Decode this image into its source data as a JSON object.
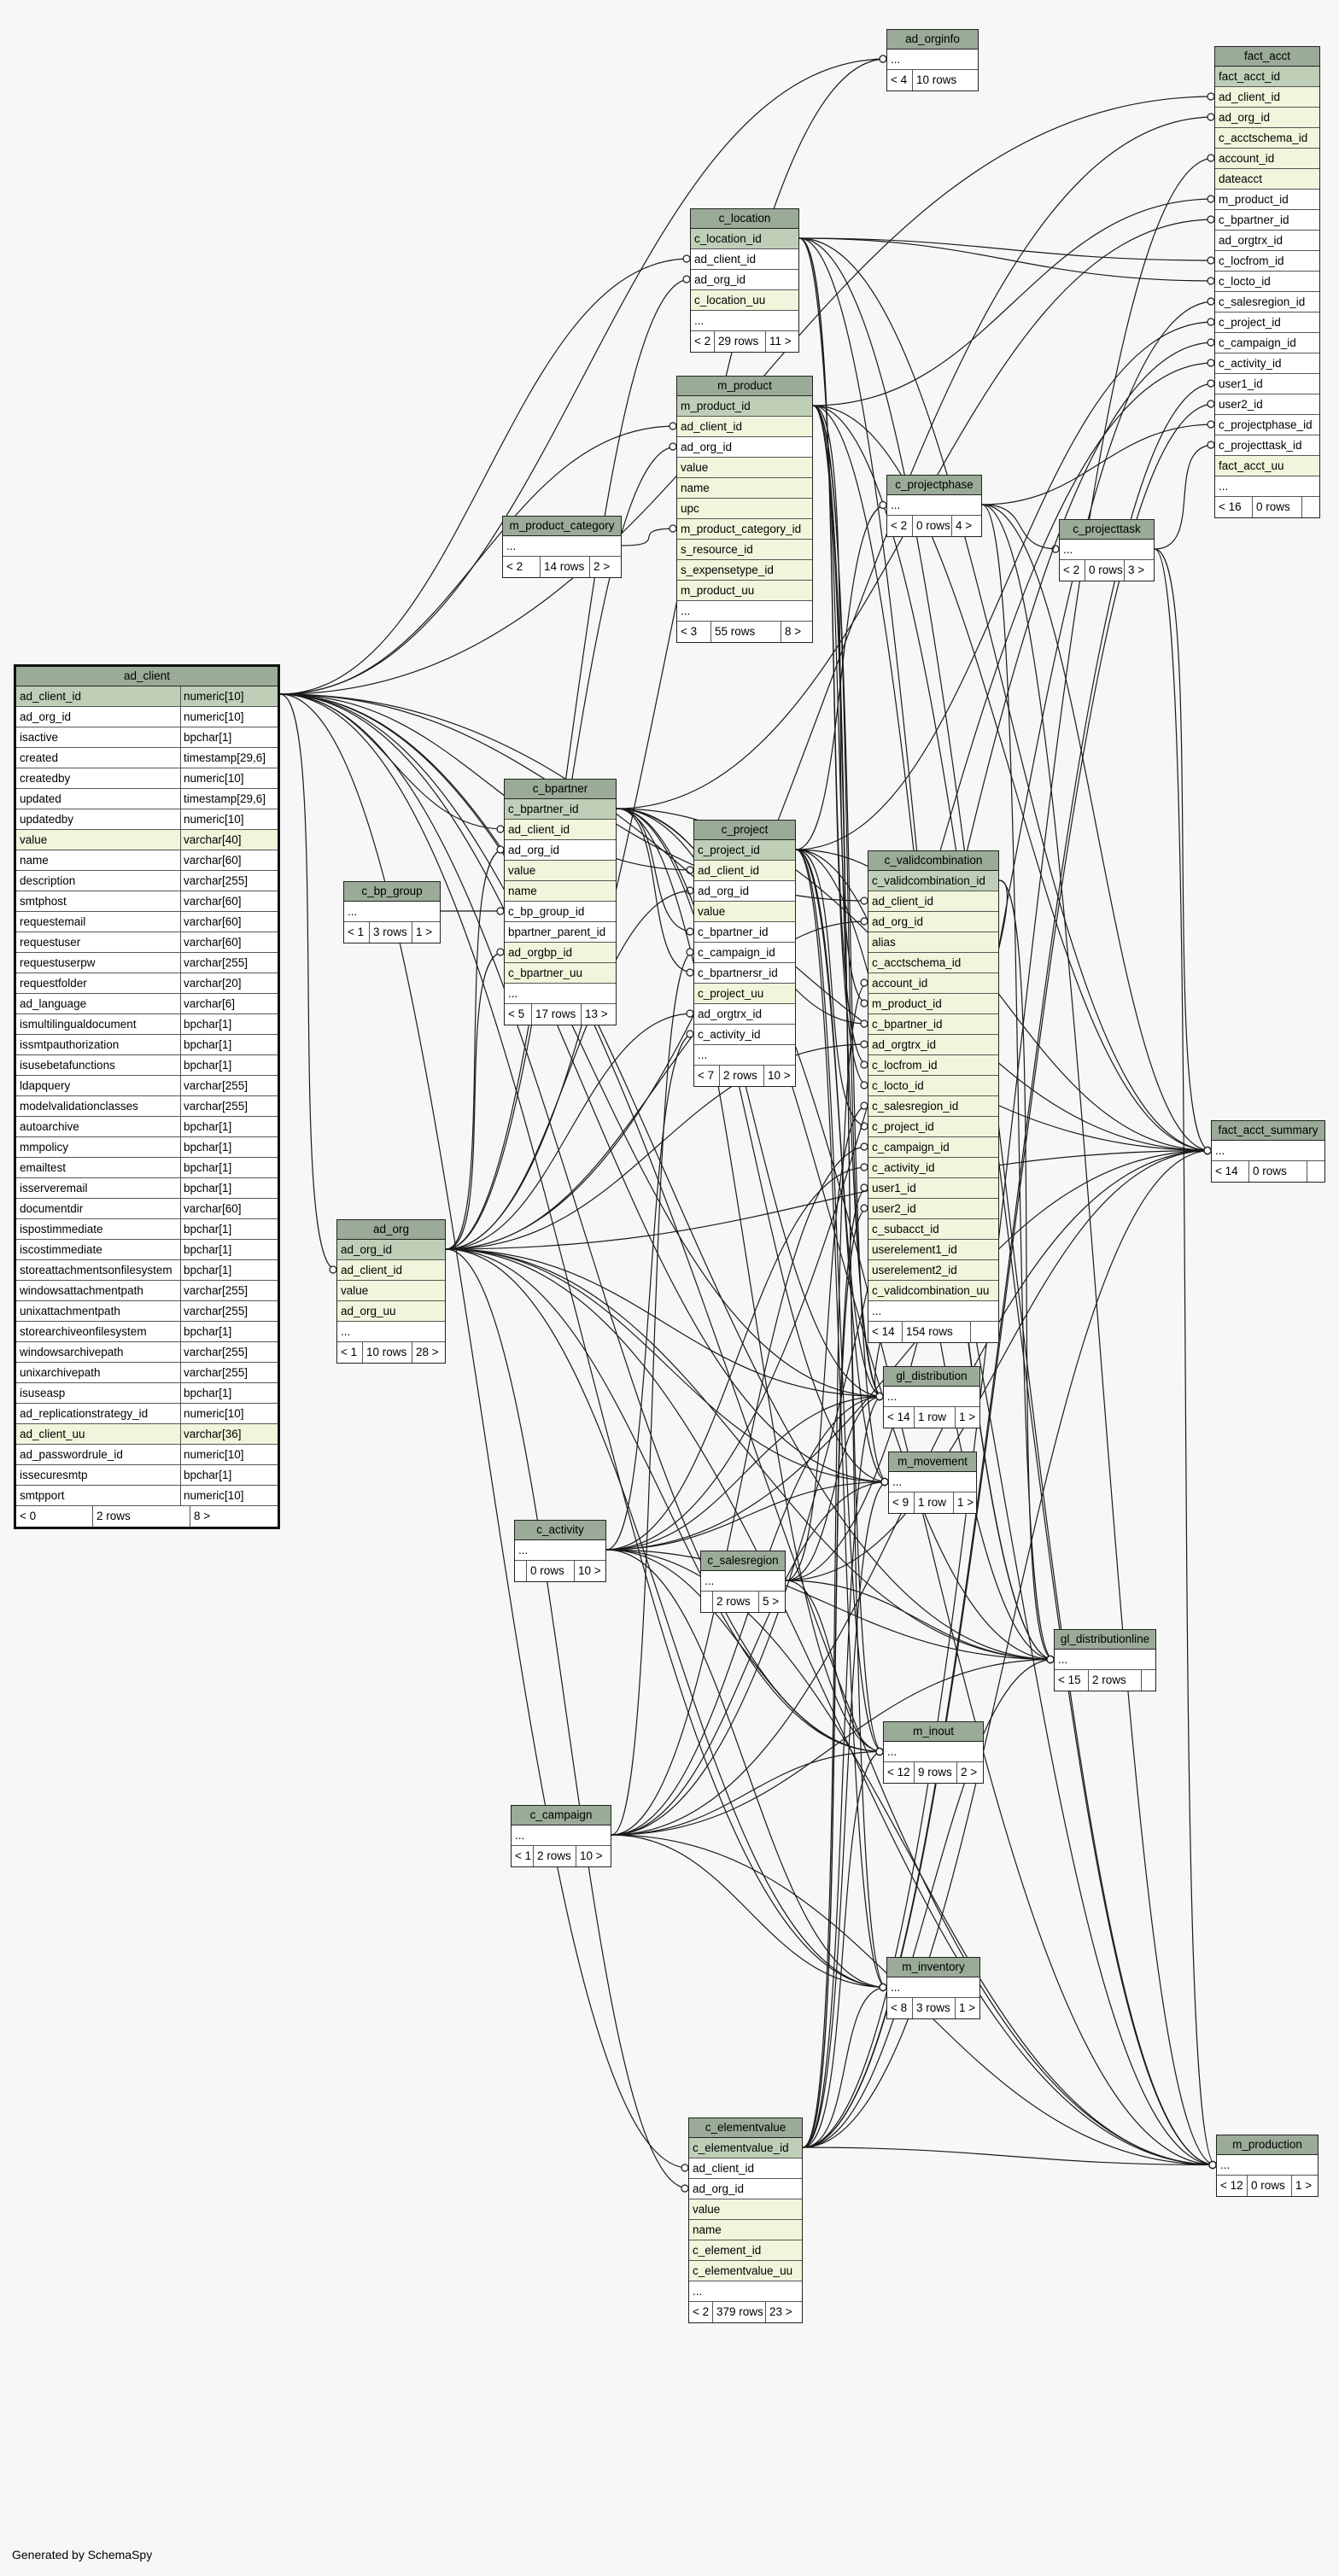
{
  "footer": "Generated by SchemaSpy",
  "tables": {
    "ad_client": {
      "name": "ad_client",
      "columns": [
        [
          "ad_client_id",
          "numeric[10]",
          "pk"
        ],
        [
          "ad_org_id",
          "numeric[10]",
          ""
        ],
        [
          "isactive",
          "bpchar[1]",
          ""
        ],
        [
          "created",
          "timestamp[29,6]",
          ""
        ],
        [
          "createdby",
          "numeric[10]",
          ""
        ],
        [
          "updated",
          "timestamp[29,6]",
          ""
        ],
        [
          "updatedby",
          "numeric[10]",
          ""
        ],
        [
          "value",
          "varchar[40]",
          "idx"
        ],
        [
          "name",
          "varchar[60]",
          ""
        ],
        [
          "description",
          "varchar[255]",
          ""
        ],
        [
          "smtphost",
          "varchar[60]",
          ""
        ],
        [
          "requestemail",
          "varchar[60]",
          ""
        ],
        [
          "requestuser",
          "varchar[60]",
          ""
        ],
        [
          "requestuserpw",
          "varchar[255]",
          ""
        ],
        [
          "requestfolder",
          "varchar[20]",
          ""
        ],
        [
          "ad_language",
          "varchar[6]",
          ""
        ],
        [
          "ismultilingualdocument",
          "bpchar[1]",
          ""
        ],
        [
          "issmtpauthorization",
          "bpchar[1]",
          ""
        ],
        [
          "isusebetafunctions",
          "bpchar[1]",
          ""
        ],
        [
          "ldapquery",
          "varchar[255]",
          ""
        ],
        [
          "modelvalidationclasses",
          "varchar[255]",
          ""
        ],
        [
          "autoarchive",
          "bpchar[1]",
          ""
        ],
        [
          "mmpolicy",
          "bpchar[1]",
          ""
        ],
        [
          "emailtest",
          "bpchar[1]",
          ""
        ],
        [
          "isserveremail",
          "bpchar[1]",
          ""
        ],
        [
          "documentdir",
          "varchar[60]",
          ""
        ],
        [
          "ispostimmediate",
          "bpchar[1]",
          ""
        ],
        [
          "iscostimmediate",
          "bpchar[1]",
          ""
        ],
        [
          "storeattachmentsonfilesystem",
          "bpchar[1]",
          ""
        ],
        [
          "windowsattachmentpath",
          "varchar[255]",
          ""
        ],
        [
          "unixattachmentpath",
          "varchar[255]",
          ""
        ],
        [
          "storearchiveonfilesystem",
          "bpchar[1]",
          ""
        ],
        [
          "windowsarchivepath",
          "varchar[255]",
          ""
        ],
        [
          "unixarchivepath",
          "varchar[255]",
          ""
        ],
        [
          "isuseasp",
          "bpchar[1]",
          ""
        ],
        [
          "ad_replicationstrategy_id",
          "numeric[10]",
          ""
        ],
        [
          "ad_client_uu",
          "varchar[36]",
          "idx"
        ],
        [
          "ad_passwordrule_id",
          "numeric[10]",
          ""
        ],
        [
          "issecuresmtp",
          "bpchar[1]",
          ""
        ],
        [
          "smtpport",
          "numeric[10]",
          ""
        ]
      ],
      "footer": [
        "< 0",
        "2 rows",
        "8 >"
      ]
    },
    "ad_orginfo": {
      "name": "ad_orginfo",
      "columns": [
        [
          "...",
          "",
          "pl"
        ]
      ],
      "footer": [
        "< 4",
        "10 rows"
      ]
    },
    "fact_acct": {
      "name": "fact_acct",
      "columns": [
        [
          "fact_acct_id",
          "",
          "pk"
        ],
        [
          "ad_client_id",
          "",
          "idx"
        ],
        [
          "ad_org_id",
          "",
          "idx"
        ],
        [
          "c_acctschema_id",
          "",
          "idx"
        ],
        [
          "account_id",
          "",
          "idx"
        ],
        [
          "dateacct",
          "",
          "idx"
        ],
        [
          "m_product_id",
          "",
          ""
        ],
        [
          "c_bpartner_id",
          "",
          ""
        ],
        [
          "ad_orgtrx_id",
          "",
          ""
        ],
        [
          "c_locfrom_id",
          "",
          ""
        ],
        [
          "c_locto_id",
          "",
          ""
        ],
        [
          "c_salesregion_id",
          "",
          ""
        ],
        [
          "c_project_id",
          "",
          ""
        ],
        [
          "c_campaign_id",
          "",
          ""
        ],
        [
          "c_activity_id",
          "",
          ""
        ],
        [
          "user1_id",
          "",
          ""
        ],
        [
          "user2_id",
          "",
          ""
        ],
        [
          "c_projectphase_id",
          "",
          ""
        ],
        [
          "c_projecttask_id",
          "",
          ""
        ],
        [
          "fact_acct_uu",
          "",
          "idx"
        ],
        [
          "...",
          "",
          ""
        ]
      ],
      "footer": [
        "< 16",
        "0 rows",
        ""
      ]
    },
    "c_location": {
      "name": "c_location",
      "columns": [
        [
          "c_location_id",
          "",
          "pk"
        ],
        [
          "ad_client_id",
          "",
          ""
        ],
        [
          "ad_org_id",
          "",
          ""
        ],
        [
          "c_location_uu",
          "",
          "idx"
        ],
        [
          "...",
          "",
          ""
        ]
      ],
      "footer": [
        "< 2",
        "29 rows",
        "11 >"
      ]
    },
    "m_product": {
      "name": "m_product",
      "columns": [
        [
          "m_product_id",
          "",
          "pk"
        ],
        [
          "ad_client_id",
          "",
          "idx"
        ],
        [
          "ad_org_id",
          "",
          ""
        ],
        [
          "value",
          "",
          "idx"
        ],
        [
          "name",
          "",
          "idx"
        ],
        [
          "upc",
          "",
          "idx"
        ],
        [
          "m_product_category_id",
          "",
          "idx"
        ],
        [
          "s_resource_id",
          "",
          "idx"
        ],
        [
          "s_expensetype_id",
          "",
          "idx"
        ],
        [
          "m_product_uu",
          "",
          "idx"
        ],
        [
          "...",
          "",
          ""
        ]
      ],
      "footer": [
        "< 3",
        "55 rows",
        "8 >"
      ]
    },
    "m_product_category": {
      "name": "m_product_category",
      "columns": [
        [
          "...",
          "",
          ""
        ]
      ],
      "footer": [
        "< 2",
        "14 rows",
        "2 >"
      ]
    },
    "c_projectphase": {
      "name": "c_projectphase",
      "columns": [
        [
          "...",
          "",
          ""
        ]
      ],
      "footer": [
        "< 2",
        "0 rows",
        "4 >"
      ]
    },
    "c_projecttask": {
      "name": "c_projecttask",
      "columns": [
        [
          "...",
          "",
          ""
        ]
      ],
      "footer": [
        "< 2",
        "0 rows",
        "3 >"
      ]
    },
    "c_bpartner": {
      "name": "c_bpartner",
      "columns": [
        [
          "c_bpartner_id",
          "",
          "pk"
        ],
        [
          "ad_client_id",
          "",
          "idx"
        ],
        [
          "ad_org_id",
          "",
          ""
        ],
        [
          "value",
          "",
          "idx"
        ],
        [
          "name",
          "",
          "idx"
        ],
        [
          "c_bp_group_id",
          "",
          ""
        ],
        [
          "bpartner_parent_id",
          "",
          ""
        ],
        [
          "ad_orgbp_id",
          "",
          "idx"
        ],
        [
          "c_bpartner_uu",
          "",
          "idx"
        ],
        [
          "...",
          "",
          ""
        ]
      ],
      "footer": [
        "< 5",
        "17 rows",
        "13 >"
      ]
    },
    "c_bp_group": {
      "name": "c_bp_group",
      "columns": [
        [
          "...",
          "",
          ""
        ]
      ],
      "footer": [
        "< 1",
        "3 rows",
        "1 >"
      ]
    },
    "c_project": {
      "name": "c_project",
      "columns": [
        [
          "c_project_id",
          "",
          "pk"
        ],
        [
          "ad_client_id",
          "",
          "idx"
        ],
        [
          "ad_org_id",
          "",
          ""
        ],
        [
          "value",
          "",
          "idx"
        ],
        [
          "c_bpartner_id",
          "",
          ""
        ],
        [
          "c_campaign_id",
          "",
          ""
        ],
        [
          "c_bpartnersr_id",
          "",
          ""
        ],
        [
          "c_project_uu",
          "",
          "idx"
        ],
        [
          "ad_orgtrx_id",
          "",
          ""
        ],
        [
          "c_activity_id",
          "",
          ""
        ],
        [
          "...",
          "",
          ""
        ]
      ],
      "footer": [
        "< 7",
        "2 rows",
        "10 >"
      ]
    },
    "c_validcombination": {
      "name": "c_validcombination",
      "columns": [
        [
          "c_validcombination_id",
          "",
          "pk"
        ],
        [
          "ad_client_id",
          "",
          "idx"
        ],
        [
          "ad_org_id",
          "",
          "idx"
        ],
        [
          "alias",
          "",
          "idx"
        ],
        [
          "c_acctschema_id",
          "",
          "idx"
        ],
        [
          "account_id",
          "",
          "idx"
        ],
        [
          "m_product_id",
          "",
          "idx"
        ],
        [
          "c_bpartner_id",
          "",
          "idx"
        ],
        [
          "ad_orgtrx_id",
          "",
          "idx"
        ],
        [
          "c_locfrom_id",
          "",
          "idx"
        ],
        [
          "c_locto_id",
          "",
          "idx"
        ],
        [
          "c_salesregion_id",
          "",
          "idx"
        ],
        [
          "c_project_id",
          "",
          "idx"
        ],
        [
          "c_campaign_id",
          "",
          "idx"
        ],
        [
          "c_activity_id",
          "",
          "idx"
        ],
        [
          "user1_id",
          "",
          "idx"
        ],
        [
          "user2_id",
          "",
          "idx"
        ],
        [
          "c_subacct_id",
          "",
          "idx"
        ],
        [
          "userelement1_id",
          "",
          "idx"
        ],
        [
          "userelement2_id",
          "",
          "idx"
        ],
        [
          "c_validcombination_uu",
          "",
          "idx"
        ],
        [
          "...",
          "",
          ""
        ]
      ],
      "footer": [
        "< 14",
        "154 rows",
        ""
      ]
    },
    "ad_org": {
      "name": "ad_org",
      "columns": [
        [
          "ad_org_id",
          "",
          "pk"
        ],
        [
          "ad_client_id",
          "",
          "idx"
        ],
        [
          "value",
          "",
          "idx"
        ],
        [
          "ad_org_uu",
          "",
          "idx"
        ],
        [
          "...",
          "",
          ""
        ]
      ],
      "footer": [
        "< 1",
        "10 rows",
        "28 >"
      ]
    },
    "fact_acct_summary": {
      "name": "fact_acct_summary",
      "columns": [
        [
          "...",
          "",
          ""
        ]
      ],
      "footer": [
        "< 14",
        "0 rows",
        ""
      ]
    },
    "gl_distribution": {
      "name": "gl_distribution",
      "columns": [
        [
          "...",
          "",
          ""
        ]
      ],
      "footer": [
        "< 14",
        "1 row",
        "1 >"
      ]
    },
    "m_movement": {
      "name": "m_movement",
      "columns": [
        [
          "...",
          "",
          ""
        ]
      ],
      "footer": [
        "< 9",
        "1 row",
        "1 >"
      ]
    },
    "c_activity": {
      "name": "c_activity",
      "columns": [
        [
          "...",
          "",
          ""
        ]
      ],
      "footer": [
        "",
        "0 rows",
        "10 >"
      ]
    },
    "c_salesregion": {
      "name": "c_salesregion",
      "columns": [
        [
          "...",
          "",
          ""
        ]
      ],
      "footer": [
        "",
        "2 rows",
        "5 >"
      ]
    },
    "gl_distributionline": {
      "name": "gl_distributionline",
      "columns": [
        [
          "...",
          "",
          ""
        ]
      ],
      "footer": [
        "< 15",
        "2 rows",
        ""
      ]
    },
    "m_inout": {
      "name": "m_inout",
      "columns": [
        [
          "...",
          "",
          ""
        ]
      ],
      "footer": [
        "< 12",
        "9 rows",
        "2 >"
      ]
    },
    "c_campaign": {
      "name": "c_campaign",
      "columns": [
        [
          "...",
          "",
          ""
        ]
      ],
      "footer": [
        "< 1",
        "2 rows",
        "10 >"
      ]
    },
    "m_inventory": {
      "name": "m_inventory",
      "columns": [
        [
          "...",
          "",
          ""
        ]
      ],
      "footer": [
        "< 8",
        "3 rows",
        "1 >"
      ]
    },
    "c_elementvalue": {
      "name": "c_elementvalue",
      "columns": [
        [
          "c_elementvalue_id",
          "",
          "pk"
        ],
        [
          "ad_client_id",
          "",
          ""
        ],
        [
          "ad_org_id",
          "",
          ""
        ],
        [
          "value",
          "",
          "idx"
        ],
        [
          "name",
          "",
          "idx"
        ],
        [
          "c_element_id",
          "",
          "idx"
        ],
        [
          "c_elementvalue_uu",
          "",
          "idx"
        ],
        [
          "...",
          "",
          ""
        ]
      ],
      "footer": [
        "< 2",
        "379 rows",
        "23 >"
      ]
    },
    "m_production": {
      "name": "m_production",
      "columns": [
        [
          "...",
          "",
          ""
        ]
      ],
      "footer": [
        "< 12",
        "0 rows",
        "1 >"
      ]
    }
  }
}
